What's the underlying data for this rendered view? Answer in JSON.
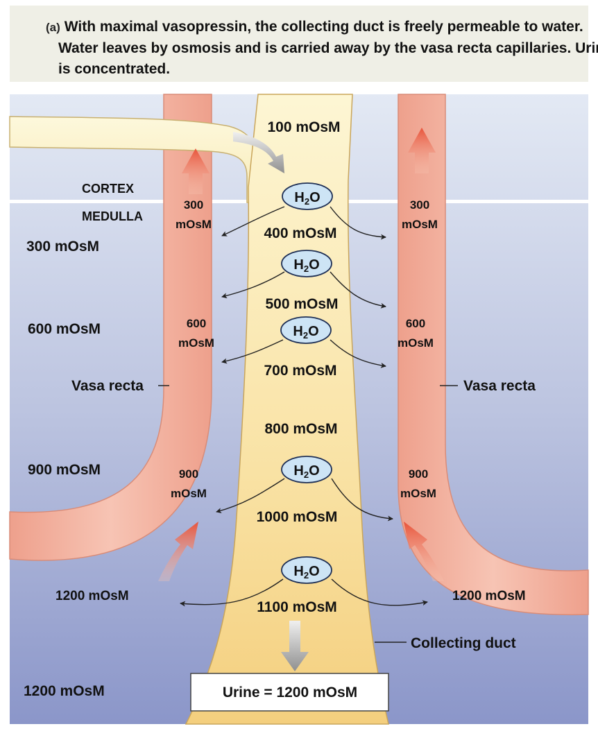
{
  "caption": {
    "letter": "(a)",
    "text": "With maximal vasopressin, the collecting duct is freely permeable to water. Water leaves by osmosis and is carried away by the vasa recta capillaries. Urine is concentrated."
  },
  "regions": {
    "cortex": "CORTEX",
    "medulla": "MEDULLA"
  },
  "interstitial_levels": [
    "300 mOsM",
    "600 mOsM",
    "900 mOsM",
    "1200 mOsM",
    "1200 mOsM"
  ],
  "vasa_recta": {
    "label": "Vasa recta",
    "left_values": [
      [
        "300",
        "mOsM"
      ],
      [
        "600",
        "mOsM"
      ],
      [
        "900",
        "mOsM"
      ]
    ],
    "right_values": [
      [
        "300",
        "mOsM"
      ],
      [
        "600",
        "mOsM"
      ],
      [
        "900",
        "mOsM"
      ]
    ],
    "bottom_left": "1200 mOsM",
    "bottom_right": "1200 mOsM"
  },
  "collecting_duct": {
    "label": "Collecting duct",
    "levels": [
      "100 mOsM",
      "400 mOsM",
      "500 mOsM",
      "700 mOsM",
      "800 mOsM",
      "1000 mOsM",
      "1100 mOsM"
    ],
    "water_label": "H",
    "water_sub": "2",
    "water_tail": "O"
  },
  "urine": {
    "label": "Urine = 1200 mOsM"
  },
  "colors": {
    "background_top": "#dfe6f2",
    "background_bottom": "#8c97c8",
    "vessel_fill": "#f4b4a2",
    "vessel_edge": "#d98c78",
    "duct_top": "#fdf3c8",
    "duct_bottom": "#f6d58c",
    "water_fill": "#cde4f5",
    "arrow_red": "#e8533a"
  }
}
